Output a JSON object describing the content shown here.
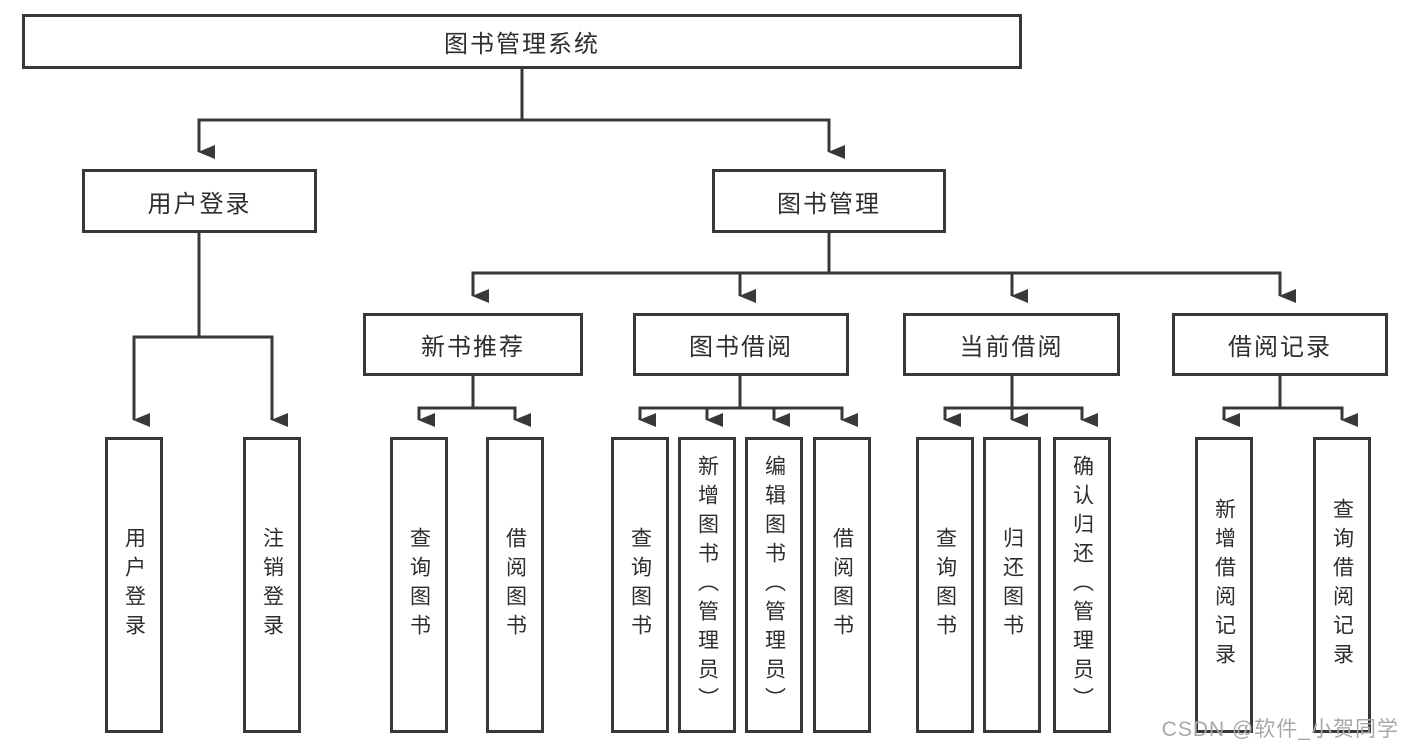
{
  "diagram": {
    "root": {
      "label": "图书管理系统"
    },
    "branches": [
      {
        "label": "用户登录",
        "children": [
          {
            "label": "用户登录"
          },
          {
            "label": "注销登录"
          }
        ]
      },
      {
        "label": "图书管理",
        "children": [
          {
            "label": "新书推荐",
            "children": [
              {
                "label": "查询图书"
              },
              {
                "label": "借阅图书"
              }
            ]
          },
          {
            "label": "图书借阅",
            "children": [
              {
                "label": "查询图书"
              },
              {
                "label": "新增图书（管理员）"
              },
              {
                "label": "编辑图书（管理员）"
              },
              {
                "label": "借阅图书"
              }
            ]
          },
          {
            "label": "当前借阅",
            "children": [
              {
                "label": "查询图书"
              },
              {
                "label": "归还图书"
              },
              {
                "label": "确认归还（管理员）"
              }
            ]
          },
          {
            "label": "借阅记录",
            "children": [
              {
                "label": "新增借阅记录"
              },
              {
                "label": "查询借阅记录"
              }
            ]
          }
        ]
      }
    ]
  },
  "watermark": {
    "text": "CSDN @软件_小贺同学"
  },
  "colors": {
    "line": "#383838",
    "text": "#2e2e2e",
    "background": "#ffffff",
    "watermark": "#a8a8a8"
  }
}
